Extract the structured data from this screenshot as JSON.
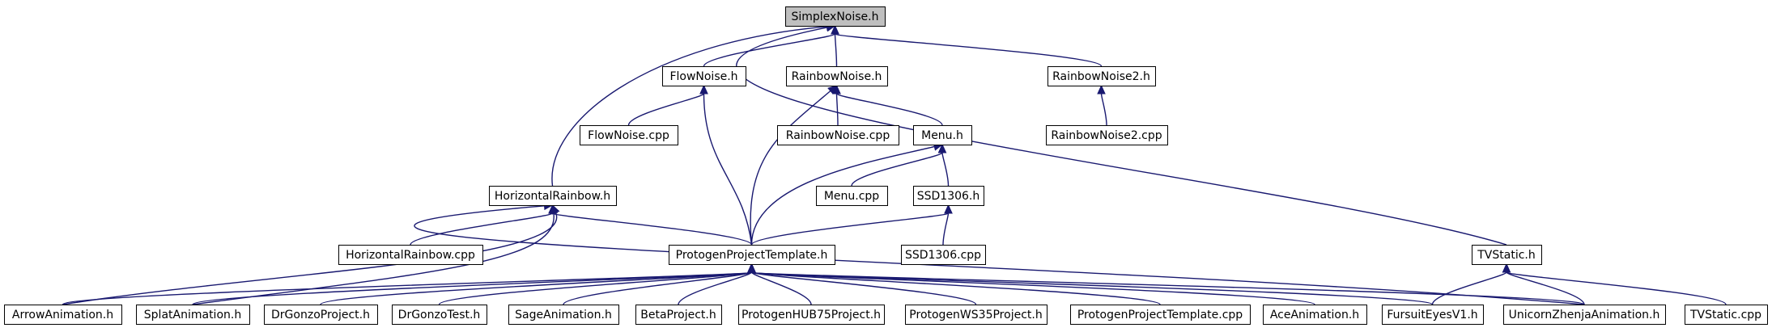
{
  "graph": {
    "nodes": {
      "simplexnoise_h": "SimplexNoise.h",
      "flownoise_h": "FlowNoise.h",
      "rainbownoise_h": "RainbowNoise.h",
      "rainbownoise2_h": "RainbowNoise2.h",
      "flownoise_cpp": "FlowNoise.cpp",
      "rainbownoise_cpp": "RainbowNoise.cpp",
      "menu_h": "Menu.h",
      "rainbownoise2_cpp": "RainbowNoise2.cpp",
      "horizontalrainbow_h": "HorizontalRainbow.h",
      "menu_cpp": "Menu.cpp",
      "ssd1306_h": "SSD1306.h",
      "horizontalrainbow_cpp": "HorizontalRainbow.cpp",
      "protogenprojecttemplate_h": "ProtogenProjectTemplate.h",
      "ssd1306_cpp": "SSD1306.cpp",
      "tvstatic_h": "TVStatic.h",
      "arrowanimation_h": "ArrowAnimation.h",
      "splatanimation_h": "SplatAnimation.h",
      "drgonzoproject_h": "DrGonzoProject.h",
      "drgonzotest_h": "DrGonzoTest.h",
      "sageanimation_h": "SageAnimation.h",
      "betaproject_h": "BetaProject.h",
      "protogenhub75project_h": "ProtogenHUB75Project.h",
      "protogenws35project_h": "ProtogenWS35Project.h",
      "protogenprojecttemplate_cpp": "ProtogenProjectTemplate.cpp",
      "aceanimation_h": "AceAnimation.h",
      "fursuiteyesv1_h": "FursuitEyesV1.h",
      "unicornzhenjaanimation_h": "UnicornZhenjaAnimation.h",
      "tvstatic_cpp": "TVStatic.cpp"
    }
  }
}
